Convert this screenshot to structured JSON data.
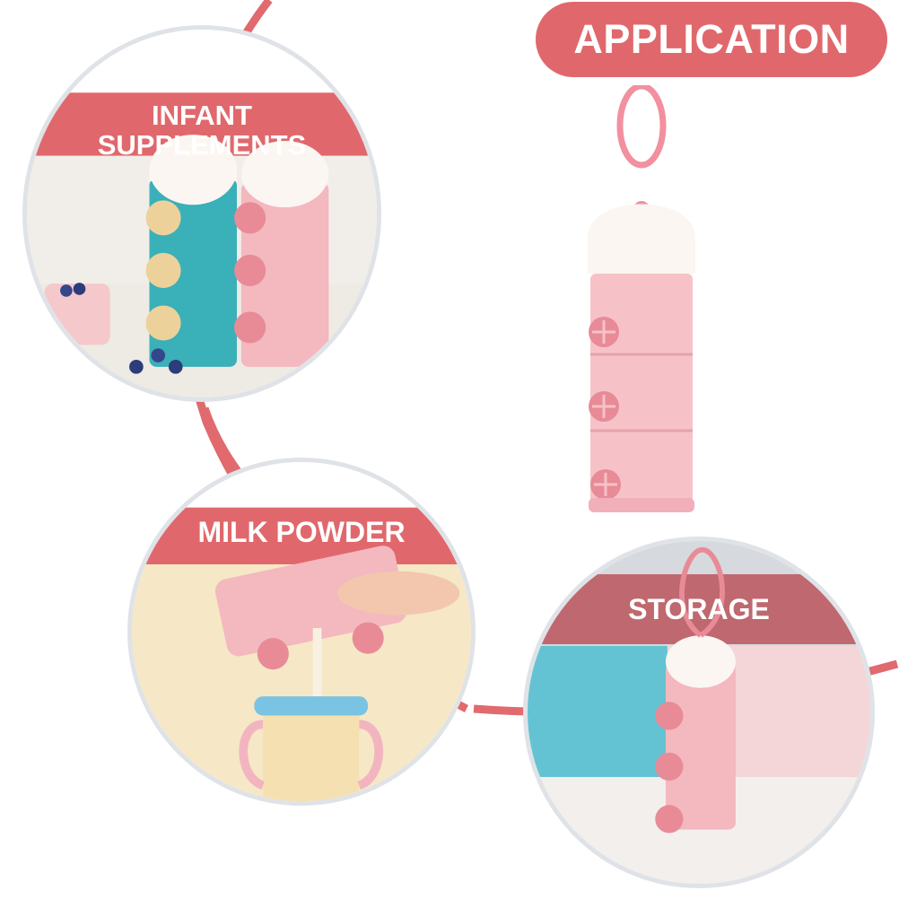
{
  "headline": "APPLICATION",
  "panels": {
    "infant": {
      "line1": "INFANT",
      "line2": "SUPPLEMENTS"
    },
    "milk": {
      "label": "MILK POWDER"
    },
    "storage": {
      "label": "STORAGE"
    }
  },
  "colors": {
    "accent": "#e0686c",
    "container_pink": "#f4b8bf",
    "cap_white": "#fbf6f2",
    "teal": "#3ab0b8",
    "knob_yellow": "#ecd29a"
  }
}
